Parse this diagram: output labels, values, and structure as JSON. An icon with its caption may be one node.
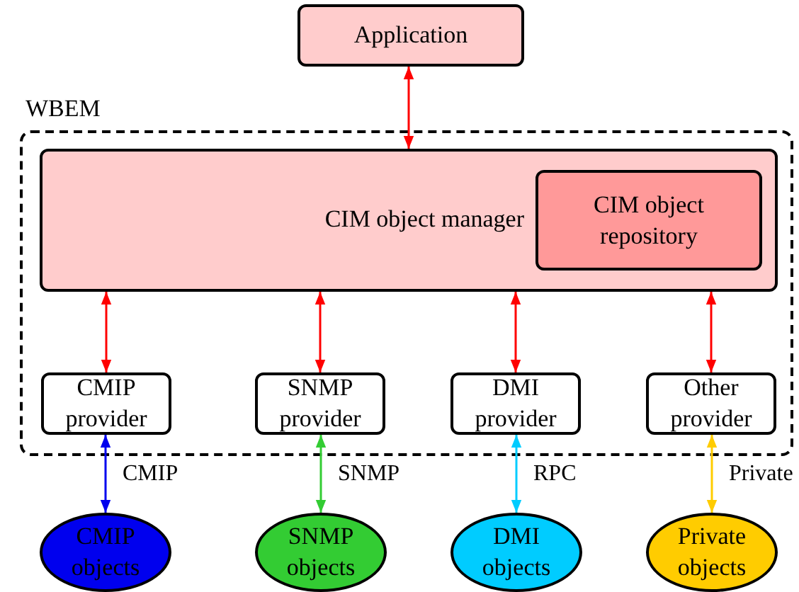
{
  "diagram": {
    "nodes": [
      {
        "text": [
          "Application"
        ]
      },
      {
        "text": [
          "WBEM"
        ]
      },
      {
        "text": [
          "CIM object manager"
        ],
        "in": 1
      },
      {
        "text": [
          "CIM object repository"
        ],
        "in": 2
      },
      {
        "text": [
          "CMIP provider"
        ],
        "in": 1
      },
      {
        "text": [
          "SNMP provider"
        ],
        "in": 1
      },
      {
        "text": [
          "DMI provider"
        ],
        "in": 1
      },
      {
        "text": [
          "Other provider"
        ],
        "in": 1
      },
      {
        "text": [
          "CMIP objects"
        ]
      },
      {
        "text": [
          "SNMP objects"
        ]
      },
      {
        "text": [
          "DMI objects"
        ]
      },
      {
        "text": [
          "Private objects"
        ]
      }
    ],
    "edges": [
      {
        "from": 0,
        "to": 2,
        "arrow": "both"
      },
      {
        "from": 2,
        "to": 4,
        "arrow": "both"
      },
      {
        "from": 2,
        "to": 5,
        "arrow": "both"
      },
      {
        "from": 2,
        "to": 6,
        "arrow": "both"
      },
      {
        "from": 2,
        "to": 7,
        "arrow": "both"
      },
      {
        "from": 4,
        "to": 8,
        "arrow": "both",
        "label": "CMIP",
        "color": "#0000ee"
      },
      {
        "from": 5,
        "to": 9,
        "arrow": "both",
        "label": "SNMP",
        "color": "#33cc33"
      },
      {
        "from": 6,
        "to": 10,
        "arrow": "both",
        "label": "RPC",
        "color": "#00ccff"
      },
      {
        "from": 7,
        "to": 11,
        "arrow": "both",
        "label": "Private",
        "color": "#ffcc00"
      }
    ]
  }
}
